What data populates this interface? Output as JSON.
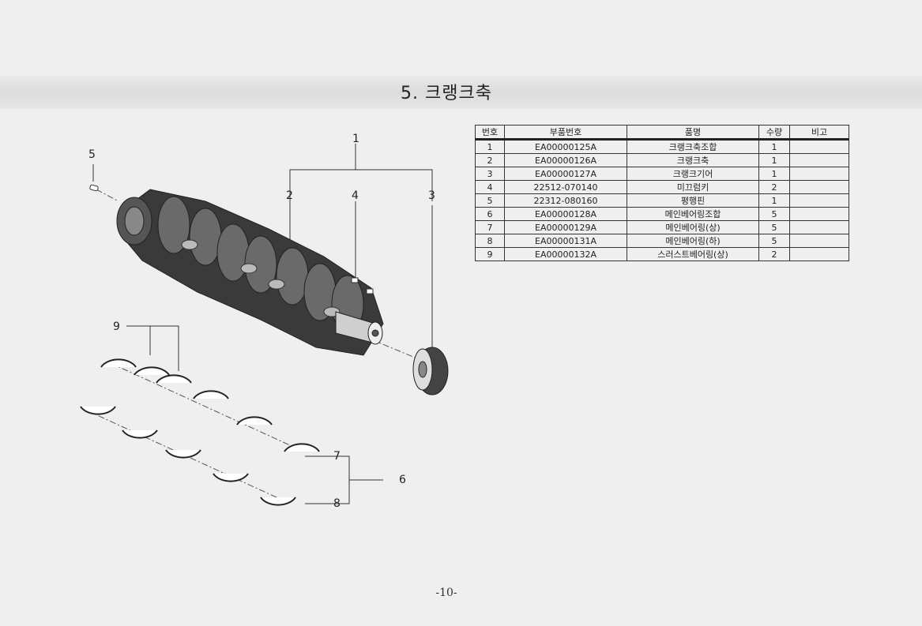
{
  "page": {
    "title": "5. 크랭크축",
    "page_number": "-10-"
  },
  "parts_table": {
    "headers": [
      "번호",
      "부품번호",
      "품명",
      "수량",
      "비고"
    ],
    "rows": [
      {
        "no": "1",
        "part_number": "EA00000125A",
        "name": "크랭크축조합",
        "qty": "1",
        "note": ""
      },
      {
        "no": "2",
        "part_number": "EA00000126A",
        "name": "크랭크축",
        "qty": "1",
        "note": ""
      },
      {
        "no": "3",
        "part_number": "EA00000127A",
        "name": "크랭크기어",
        "qty": "1",
        "note": ""
      },
      {
        "no": "4",
        "part_number": "22512-070140",
        "name": "미끄럼키",
        "qty": "2",
        "note": ""
      },
      {
        "no": "5",
        "part_number": "22312-080160",
        "name": "평행핀",
        "qty": "1",
        "note": ""
      },
      {
        "no": "6",
        "part_number": "EA00000128A",
        "name": "메인베어링조합",
        "qty": "5",
        "note": ""
      },
      {
        "no": "7",
        "part_number": "EA00000129A",
        "name": "메인베어링(상)",
        "qty": "5",
        "note": ""
      },
      {
        "no": "8",
        "part_number": "EA00000131A",
        "name": "메인베어링(하)",
        "qty": "5",
        "note": ""
      },
      {
        "no": "9",
        "part_number": "EA00000132A",
        "name": "스러스트베어링(상)",
        "qty": "2",
        "note": ""
      }
    ]
  },
  "diagram": {
    "callouts": {
      "c1": "1",
      "c2": "2",
      "c3": "3",
      "c4": "4",
      "c5": "5",
      "c6": "6",
      "c7": "7",
      "c8": "8",
      "c9": "9"
    }
  }
}
